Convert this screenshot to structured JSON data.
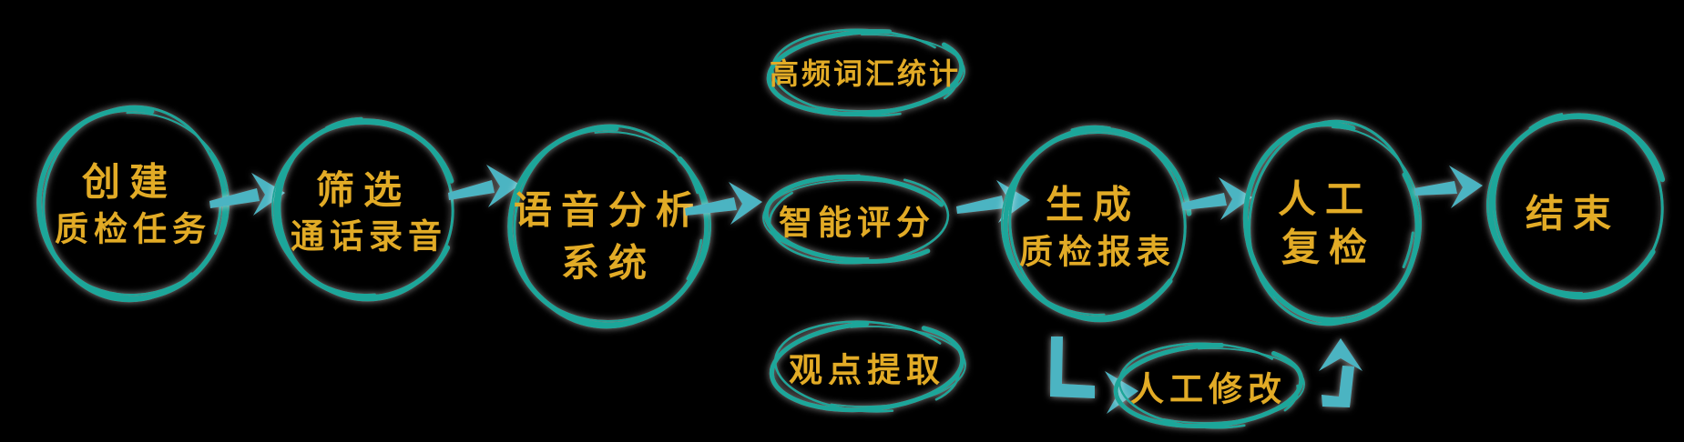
{
  "palette": {
    "background": "#000000",
    "circle_stroke": "#1ba69a",
    "arrow": "#4cb4c2",
    "text": "#e2ab26",
    "halo": "#ffffff"
  },
  "flow": {
    "nodes": [
      {
        "id": "create-task",
        "shape": "circle",
        "line1": "创建",
        "line2": "质检任务"
      },
      {
        "id": "filter-recordings",
        "shape": "circle",
        "line1": "筛选",
        "line2": "通话录音"
      },
      {
        "id": "speech-analysis",
        "shape": "circle",
        "line1": "语音分析",
        "line2": "系统"
      },
      {
        "id": "high-freq-stats",
        "shape": "oval",
        "label": "高频词汇统计"
      },
      {
        "id": "smart-scoring",
        "shape": "oval",
        "label": "智能评分"
      },
      {
        "id": "opinion-extraction",
        "shape": "oval",
        "label": "观点提取"
      },
      {
        "id": "generate-report",
        "shape": "circle",
        "line1": "生成",
        "line2": "质检报表"
      },
      {
        "id": "manual-recheck",
        "shape": "circle",
        "line1": "人工",
        "line2": "复检"
      },
      {
        "id": "end",
        "shape": "circle",
        "label": "结束"
      },
      {
        "id": "manual-modify",
        "shape": "oval",
        "label": "人工修改"
      }
    ],
    "edges": [
      {
        "from": "create-task",
        "to": "filter-recordings"
      },
      {
        "from": "filter-recordings",
        "to": "speech-analysis"
      },
      {
        "from": "speech-analysis",
        "to": "smart-scoring"
      },
      {
        "from": "smart-scoring",
        "to": "generate-report"
      },
      {
        "from": "generate-report",
        "to": "manual-recheck"
      },
      {
        "from": "manual-recheck",
        "to": "end"
      },
      {
        "from": "generate-report",
        "to": "manual-modify"
      },
      {
        "from": "manual-modify",
        "to": "manual-recheck"
      }
    ]
  }
}
